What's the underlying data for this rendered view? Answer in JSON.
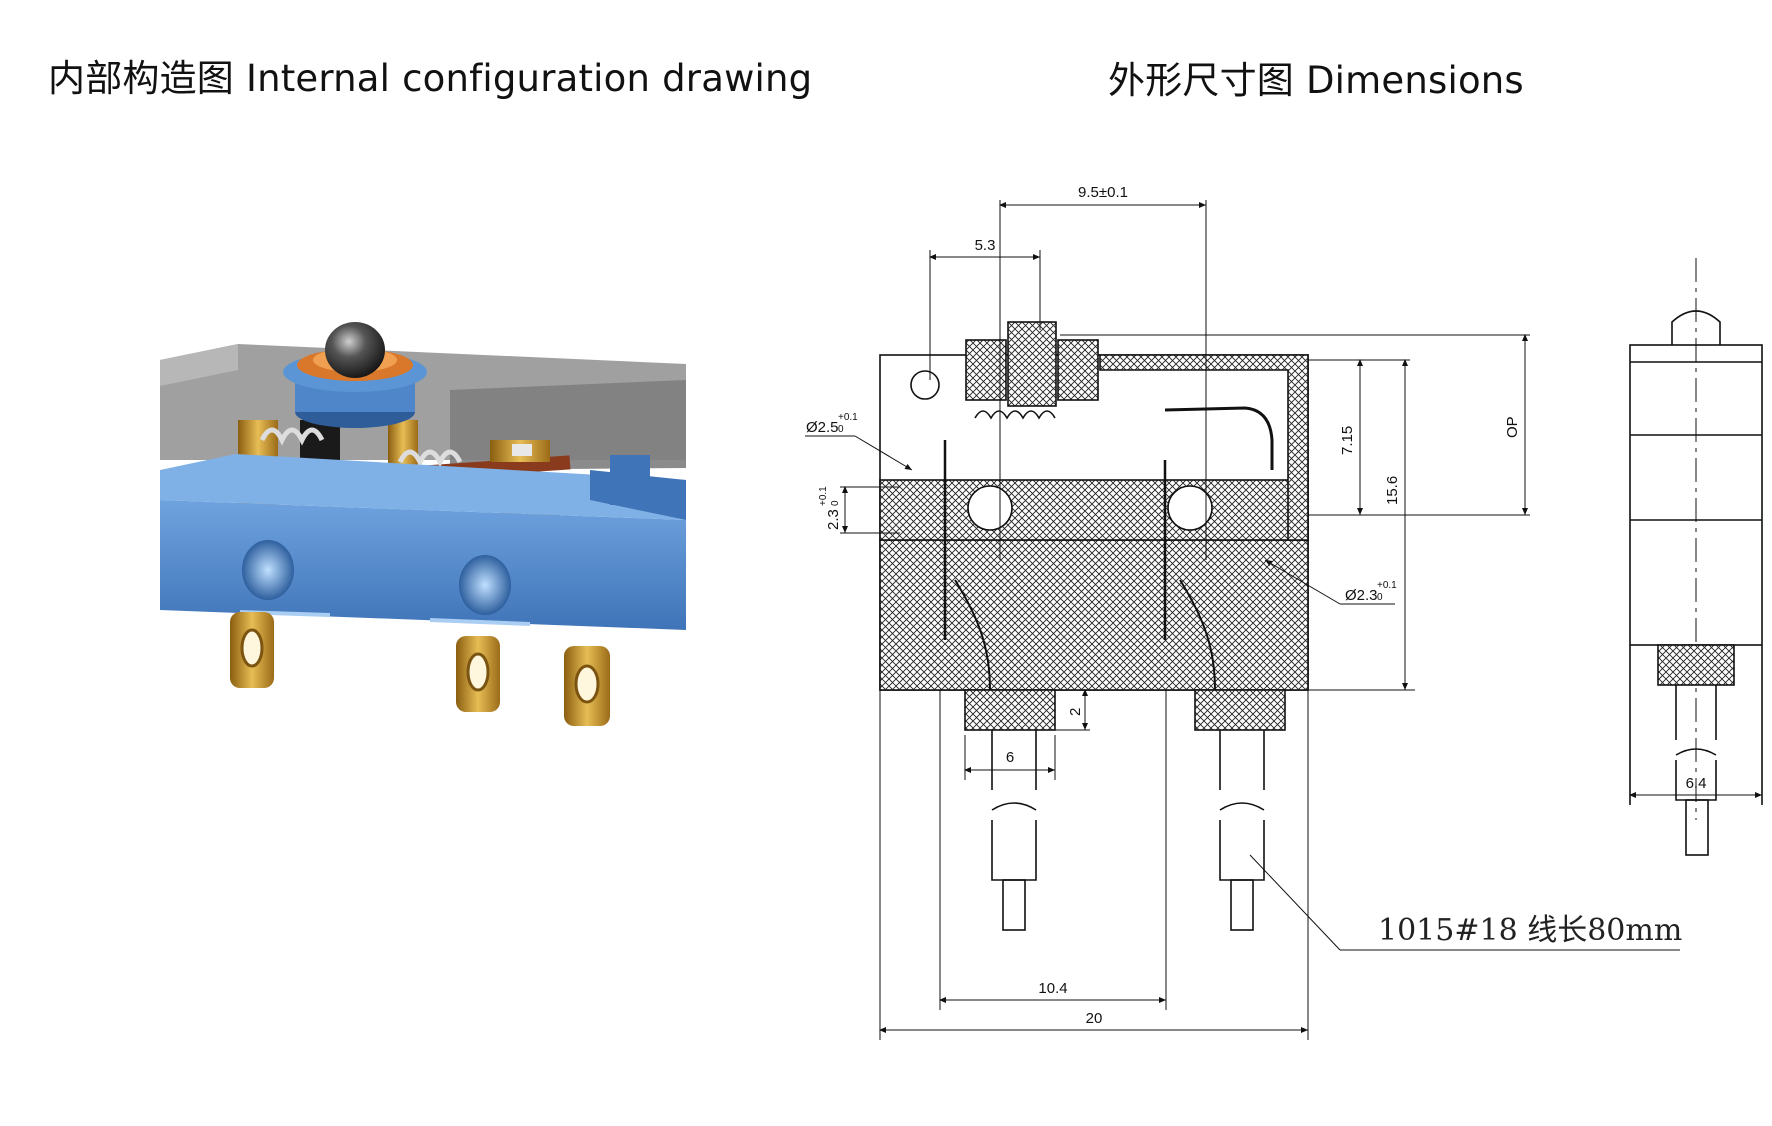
{
  "titles": {
    "left": "内部构造图 Internal configuration drawing",
    "right": "外形尺寸图 Dimensions"
  },
  "dimensions": {
    "d_9_5": "9.5±0.1",
    "d_5_3": "5.3",
    "d_phi25": "Ø2.5",
    "d_phi25_tol": "+0.1",
    "d_phi25_base": "0",
    "d_2_3": "2.3",
    "d_2_3_tol": "+0.1",
    "d_2_3_base": "0",
    "d_7_15": "7.15",
    "d_15_6": "15.6",
    "d_op": "OP",
    "d_phi23": "Ø2.3",
    "d_phi23_tol": "+0.1",
    "d_phi23_base": "0",
    "d_2": "2",
    "d_6": "6",
    "d_10_4": "10.4",
    "d_20": "20",
    "d_6_4": "6.4",
    "wire": "1015#18  线长80mm"
  },
  "colors": {
    "housing_blue": "#4f86c9",
    "housing_blue_dark": "#2f5d99",
    "cover_grey": "#9a9a9a",
    "terminal_gold": "#c99a2a",
    "plunger_orange": "#d9782a",
    "hatch": "#222222"
  }
}
